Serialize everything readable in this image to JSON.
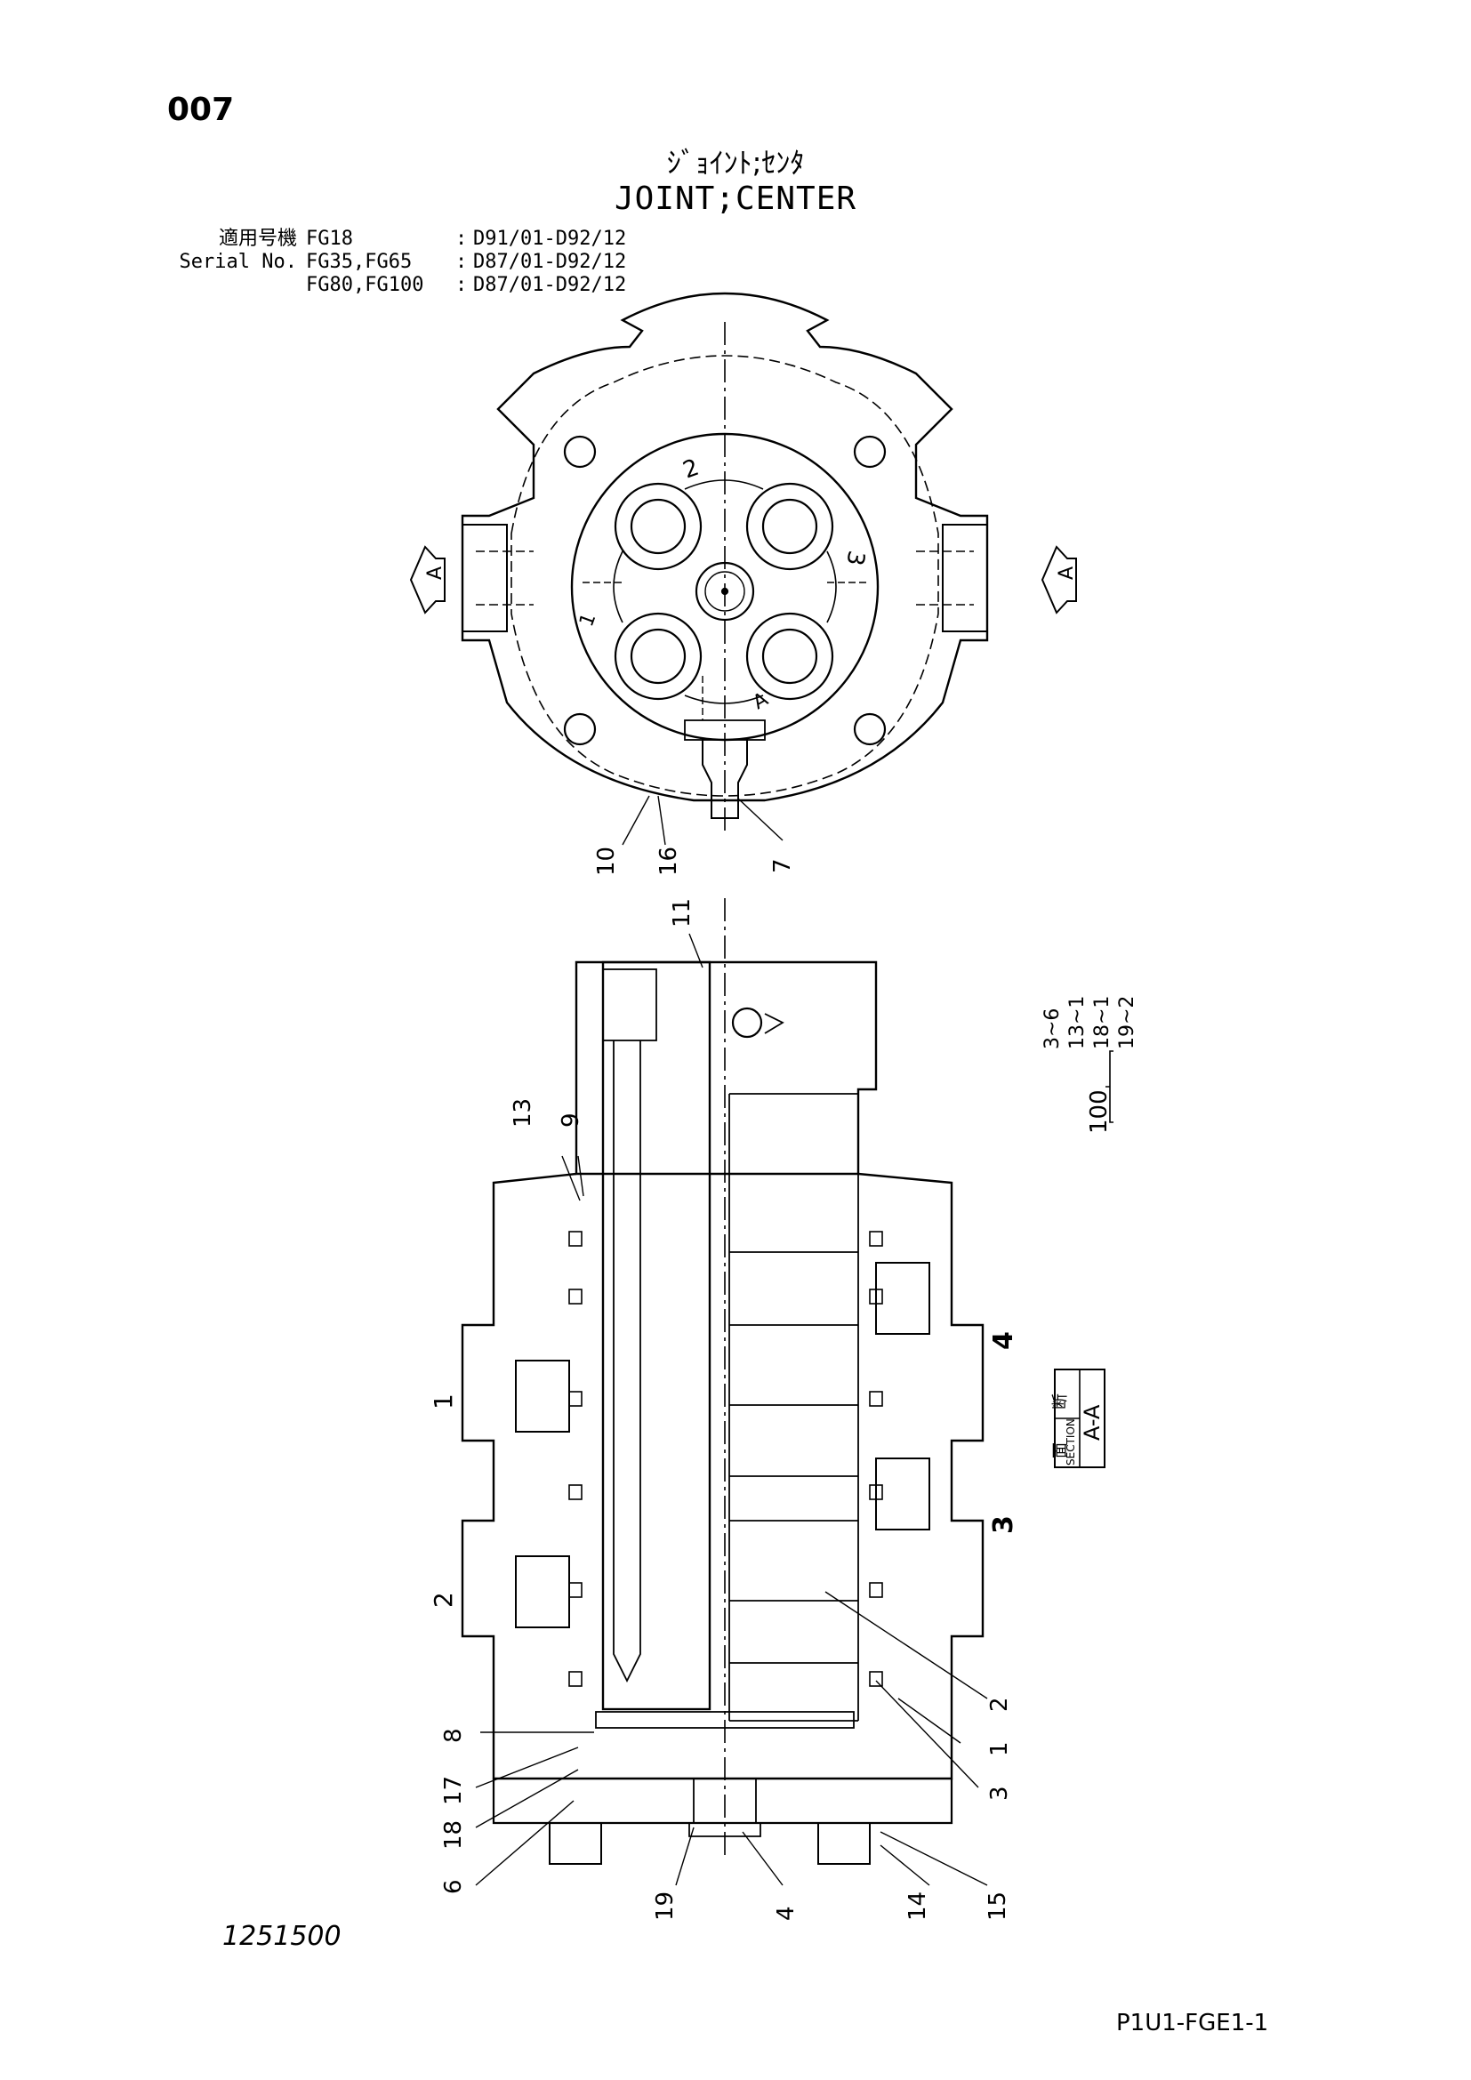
{
  "page": {
    "number": "007",
    "title_jp": "ｼﾞｮｲﾝﾄ;ｾﾝﾀ",
    "title_en": "JOINT;CENTER"
  },
  "serial": {
    "label_jp": "適用号機",
    "label_en": "Serial No.",
    "rows": [
      {
        "model": "FG18",
        "range": "D91/01-D92/12"
      },
      {
        "model": "FG35,FG65",
        "range": "D87/01-D92/12"
      },
      {
        "model": "FG80,FG100",
        "range": "D87/01-D92/12"
      }
    ]
  },
  "top_view": {
    "section_marker": "A",
    "port_numbers": [
      "2",
      "3",
      "1",
      "A"
    ],
    "callouts": [
      "10",
      "16",
      "7"
    ]
  },
  "section_view": {
    "callouts_top": [
      "11",
      "13",
      "9"
    ],
    "callouts_left": [
      "1",
      "2",
      "8",
      "17",
      "18",
      "6"
    ],
    "callouts_bottom": [
      "19",
      "4",
      "14",
      "15"
    ],
    "callouts_right": [
      "4",
      "3",
      "2",
      "1",
      "3"
    ],
    "assembly": {
      "number": "100",
      "items": [
        "3~6",
        "13~1",
        "18~1",
        "19~2"
      ]
    },
    "section_label": {
      "jp_top": "断",
      "jp_bottom": "面",
      "en": "SECTION",
      "id": "A-A"
    }
  },
  "footer": {
    "drawing_number": "1251500",
    "page_code": "P1U1-FGE1-1"
  }
}
